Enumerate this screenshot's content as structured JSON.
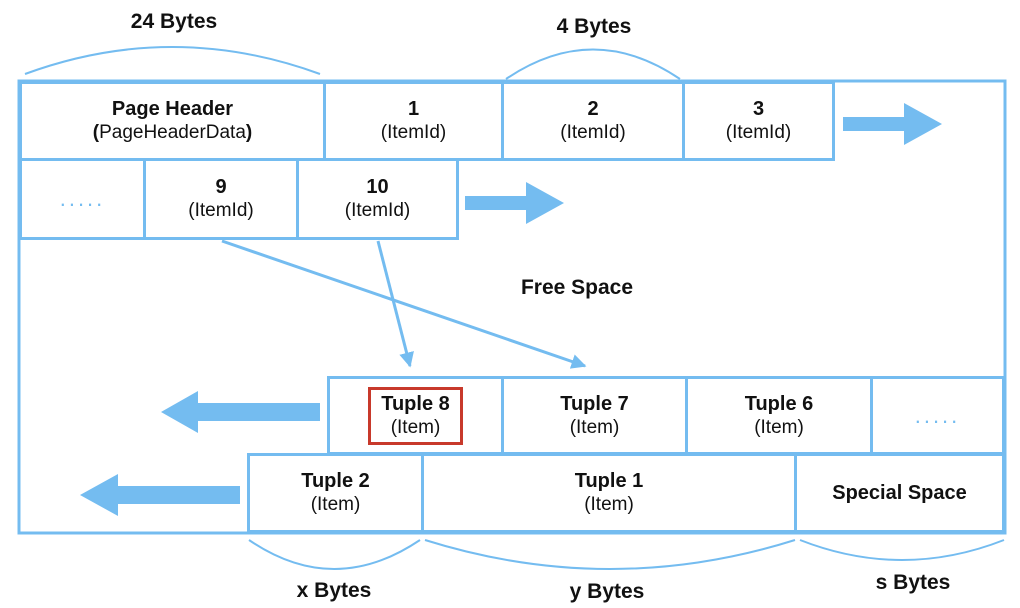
{
  "size_labels": {
    "header": "24 Bytes",
    "itemid": "4 Bytes",
    "x": "x Bytes",
    "y": "y Bytes",
    "s": "s Bytes"
  },
  "row1": {
    "header_title": "Page Header",
    "header_sub_open": "(",
    "header_sub": "PageHeaderData",
    "header_sub_close": ")",
    "items": [
      {
        "num": "1",
        "sub": "(ItemId)"
      },
      {
        "num": "2",
        "sub": "(ItemId)"
      },
      {
        "num": "3",
        "sub": "(ItemId)"
      }
    ]
  },
  "row2": {
    "ellipsis": ".....",
    "items": [
      {
        "num": "9",
        "sub": "(ItemId)"
      },
      {
        "num": "10",
        "sub": "(ItemId)"
      }
    ]
  },
  "free_space": "Free Space",
  "row3": {
    "tuples": [
      {
        "title": "Tuple 8",
        "sub": "(Item)"
      },
      {
        "title": "Tuple 7",
        "sub": "(Item)"
      },
      {
        "title": "Tuple 6",
        "sub": "(Item)"
      }
    ],
    "ellipsis": "....."
  },
  "row4": {
    "tuples": [
      {
        "title": "Tuple 2",
        "sub": "(Item)"
      },
      {
        "title": "Tuple 1",
        "sub": "(Item)"
      }
    ],
    "special": "Special Space"
  },
  "colors": {
    "line": "#74bcf0",
    "highlight": "#c8392b",
    "text": "#111111"
  }
}
